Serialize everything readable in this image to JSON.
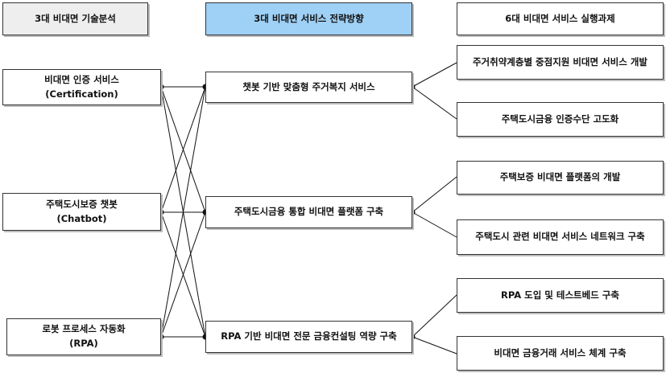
{
  "headers": {
    "col1": "3대 비대면 기술분석",
    "col2": "3대 비대면 서비스 전략방향",
    "col3": "6대 비대면 서비스 실행과제"
  },
  "colors": {
    "header_left_bg": "#eeeeee",
    "header_middle_bg": "#9fd0f5",
    "header_right_bg": "#ffffff",
    "line": "#111111"
  },
  "technologies": [
    {
      "name": "비대면 인증 서비스",
      "sub": "(Certification)"
    },
    {
      "name": "주택도시보증 챗봇",
      "sub": "(Chatbot)"
    },
    {
      "name": "로봇 프로세스 자동화",
      "sub": "(RPA)"
    }
  ],
  "strategies": [
    {
      "name": "챗봇 기반 맞춤형 주거복지 서비스"
    },
    {
      "name": "주택도시금융 통합 비대면 플랫폼 구축"
    },
    {
      "name": "RPA 기반 비대면 전문 금융컨설팅 역량 구축"
    }
  ],
  "tasks": [
    {
      "name": "주거취약계층별 중점지원 비대면 서비스 개발"
    },
    {
      "name": "주택도시금융 인증수단 고도화"
    },
    {
      "name": "주택보증 비대면 플랫폼의 개발"
    },
    {
      "name": "주택도시 관련 비대면 서비스 네트워크 구축"
    },
    {
      "name": "RPA 도입 및 테스트베드 구축"
    },
    {
      "name": "비대면 금융거래 서비스 체계 구축"
    }
  ]
}
